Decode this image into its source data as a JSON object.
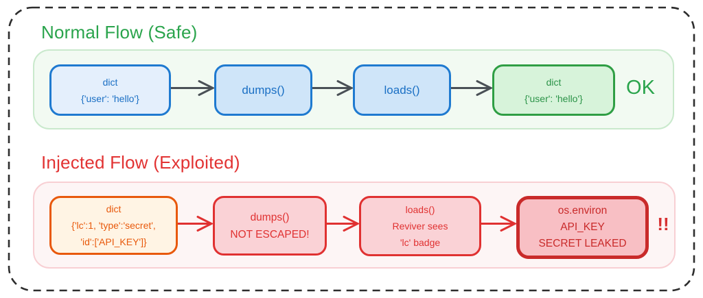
{
  "diagram": {
    "flows": [
      {
        "title": "Normal Flow (Safe)",
        "result_label": "OK",
        "nodes": [
          {
            "name": "dict-input",
            "lines": [
              "dict",
              "{'user': 'hello'}"
            ]
          },
          {
            "name": "dumps",
            "lines": [
              "dumps()"
            ]
          },
          {
            "name": "loads",
            "lines": [
              "loads()"
            ]
          },
          {
            "name": "dict-output",
            "lines": [
              "dict",
              "{'user': 'hello'}"
            ]
          }
        ]
      },
      {
        "title": "Injected Flow (Exploited)",
        "result_label": "!!",
        "nodes": [
          {
            "name": "injected-dict",
            "lines": [
              "dict",
              "{'lc':1, 'type':'secret',",
              "'id':['API_KEY']}"
            ]
          },
          {
            "name": "dumps-not-escaped",
            "lines": [
              "dumps()",
              "NOT ESCAPED!"
            ]
          },
          {
            "name": "loads-reviver",
            "lines": [
              "loads()",
              "Reviver sees",
              "'lc' badge"
            ]
          },
          {
            "name": "secret-leaked",
            "lines": [
              "os.environ",
              "API_KEY",
              "SECRET LEAKED"
            ]
          }
        ]
      }
    ],
    "colors": {
      "safe_green": "#2aa44c",
      "safe_track_fill": "#f2faf2",
      "node_blue_border": "#1f7ad0",
      "node_green_border": "#2f9e44",
      "danger_red": "#e23333",
      "danger_track_fill": "#fdf5f5",
      "node_orange_border": "#e8590c",
      "node_red_border": "#e03131",
      "leak_dark_red": "#c92a2a",
      "arrow_gray": "#4a5056",
      "dashed_border": "#2d2d2d"
    }
  }
}
